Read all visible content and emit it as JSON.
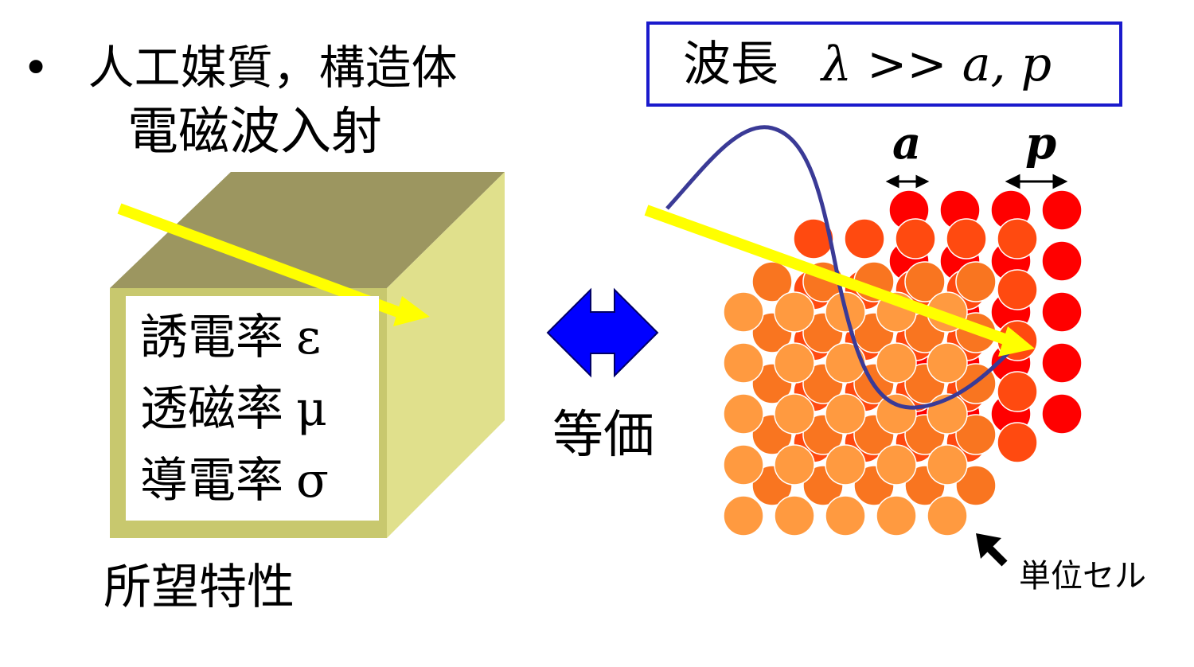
{
  "bullet_symbol": "•",
  "bullet_text": "人工媒質，構造体",
  "incident_label": "電磁波入射",
  "properties": [
    {
      "name": "誘電率",
      "symbol": "ε"
    },
    {
      "name": "透磁率",
      "symbol": "μ"
    },
    {
      "name": "導電率",
      "symbol": "σ"
    }
  ],
  "desired_label": "所望特性",
  "equivalent_label": "等価",
  "wavelength": {
    "label": "波長",
    "expression": "λ >> a, p"
  },
  "spacing_labels": {
    "a": "a",
    "p": "p"
  },
  "unit_cell_label": "単位セル",
  "colors": {
    "block_front": "#c8c86e",
    "block_top": "#9c9660",
    "block_side": "#e0e08c",
    "beam": "#ffff00",
    "equiv_arrow": "#0000ff",
    "wave": "#3a3a96",
    "box_border": "#1a1acc",
    "sphere_back": "#ff0000",
    "sphere_mid": "#ff4a10",
    "sphere_mid2": "#f97520",
    "sphere_front": "#ff9a40"
  }
}
